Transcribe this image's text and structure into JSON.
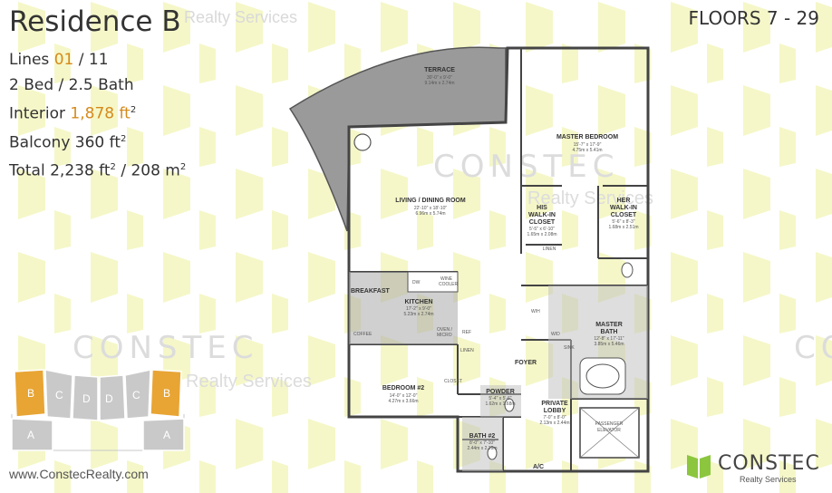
{
  "header": {
    "title": "Residence B",
    "watermark_top": "Realty Services",
    "floors": "FLOORS 7 - 29"
  },
  "specs": {
    "lines_prefix": "Lines ",
    "lines_a": "01",
    "lines_sep": " / 11",
    "beds_baths": "2 Bed / 2.5 Bath",
    "interior_prefix": "Interior ",
    "interior_value": "1,878 ft",
    "balcony": "Balcony 360 ft",
    "total_prefix": "Total ",
    "total_value": "2,238 ft",
    "total_sep": " / 208 m",
    "superscript": "2"
  },
  "watermarks": {
    "brand": "CONSTEC",
    "tagline": "Realty Services"
  },
  "rooms": {
    "terrace": {
      "name": "TERRACE",
      "dim1": "30'-0\" x 9'-0\"",
      "dim2": "9.14m x 2.74m"
    },
    "master_bedroom": {
      "name": "MASTER BEDROOM",
      "dim1": "15'-7\" x 17'-9\"",
      "dim2": "4.75m x 5.41m"
    },
    "living": {
      "name": "LIVING / DINING ROOM",
      "dim1": "22'-10\" x 18'-10\"",
      "dim2": "6.96m x 5.74m"
    },
    "his_closet": {
      "line1": "HIS",
      "line2": "WALK-IN",
      "line3": "CLOSET",
      "dim1": "5'-5\" x 6'-10\"",
      "dim2": "1.65m x 2.08m"
    },
    "her_closet": {
      "line1": "HER",
      "line2": "WALK-IN",
      "line3": "CLOSET",
      "dim1": "5'-6\" x 8'-3\"",
      "dim2": "1.68m x 2.51m"
    },
    "linen_1": "LINEN",
    "breakfast": "BREAKFAST",
    "kitchen": {
      "name": "KITCHEN",
      "dim1": "17'-2\" x 9'-0\"",
      "dim2": "5.23m x 2.74m"
    },
    "wine_cooler_1": "WINE",
    "wine_cooler_2": "COOLER",
    "dw": "DW",
    "coffee": "COFFEE",
    "oven_micro_1": "OVEN /",
    "oven_micro_2": "MICRO",
    "ref": "REF",
    "linen_2": "LINEN",
    "closet": "CLOSET",
    "wh": "W/H",
    "wd": "W/D",
    "sink": "SINK",
    "master_bath": {
      "name": "MASTER",
      "name2": "BATH",
      "dim1": "12'-8\" x 17'-11\"",
      "dim2": "3.85m x 5.46m"
    },
    "foyer": "FOYER",
    "bedroom2": {
      "name": "BEDROOM #2",
      "dim1": "14'-0\" x 12'-0\"",
      "dim2": "4.27m x 3.66m"
    },
    "powder": {
      "name": "POWDER",
      "dim1": "5'-4\" x 5'-6\"",
      "dim2": "1.62m x 1.68m"
    },
    "private_lobby": {
      "line1": "PRIVATE",
      "line2": "LOBBY",
      "dim1": "7'-0\" x 8'-0\"",
      "dim2": "2.13m x 2.44m"
    },
    "bath2": {
      "name": "BATH #2",
      "dim1": "8'-0\" x 7'-10\"",
      "dim2": "2.44m x 2.39m"
    },
    "ac": "A/C",
    "elevator_1": "PASSENGER",
    "elevator_2": "ELEVATOR"
  },
  "keymap": {
    "units": [
      "B",
      "C",
      "D",
      "D",
      "C",
      "B",
      "A",
      "A"
    ],
    "highlight_color": "#e8a534",
    "base_color": "#c9c9c9"
  },
  "footer": {
    "website": "www.ConstecRealty.com",
    "logo_name": "CONSTEC",
    "logo_sub": "Realty Services",
    "logo_icon": "constec-hexagon-logo-icon",
    "logo_color": "#8cc63f"
  },
  "colors": {
    "accent": "#d58a1c",
    "hex_background": "#f5f7c8"
  }
}
